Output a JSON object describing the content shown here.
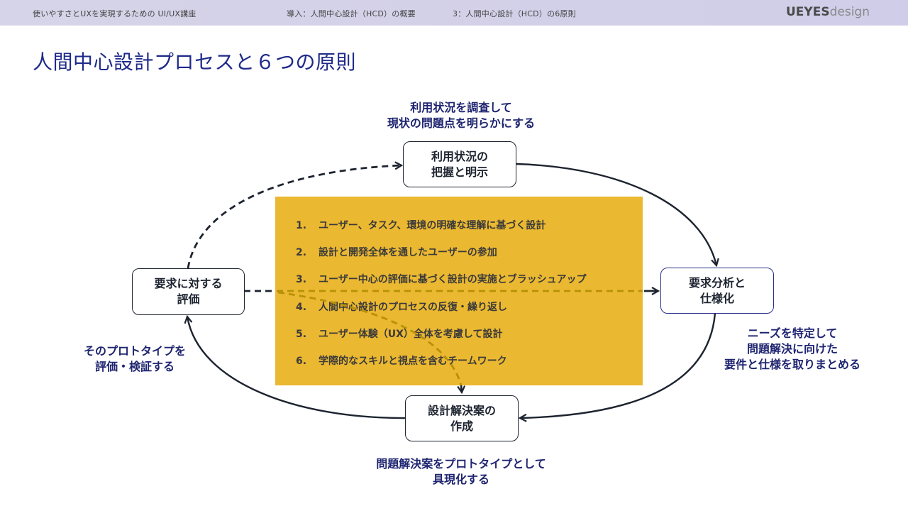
{
  "header": {
    "course_title": "使いやすさとUXを実現するための UI/UX講座",
    "section": "導入：人間中心設計（HCD）の概要",
    "subsection": "3：人間中心設計（HCD）の6原則",
    "logo_bold": "UEYES",
    "logo_light": "design"
  },
  "page_title": "人間中心設計プロセスと６つの原則",
  "process_nodes": [
    {
      "id": "understand",
      "line1": "利用状況の",
      "line2": "把握と明示"
    },
    {
      "id": "requirements",
      "line1": "要求分析と",
      "line2": "仕様化"
    },
    {
      "id": "design",
      "line1": "設計解決案の",
      "line2": "作成"
    },
    {
      "id": "evaluate",
      "line1": "要求に対する",
      "line2": "評価"
    }
  ],
  "notes": {
    "top": [
      "利用状況を調査して",
      "現状の問題点を明らかにする"
    ],
    "right": [
      "ニーズを特定して",
      "問題解決に向けた",
      "要件と仕様を取りまとめる"
    ],
    "bottom": [
      "問題解決案をプロトタイプとして",
      "具現化する"
    ],
    "left": [
      "そのプロトタイプを",
      "評価・検証する"
    ]
  },
  "principles": [
    {
      "num": "1.",
      "text": "ユーザー、タスク、環境の明確な理解に基づく設計"
    },
    {
      "num": "2.",
      "text": "設計と開発全体を通したユーザーの参加"
    },
    {
      "num": "3.",
      "text": "ユーザー中心の評価に基づく設計の実施とブラッシュアップ"
    },
    {
      "num": "4.",
      "text": "人間中心設計のプロセスの反復・繰り返し"
    },
    {
      "num": "5.",
      "text": "ユーザー体験（UX）全体を考慮して設計"
    },
    {
      "num": "6.",
      "text": "学際的なスキルと視点を含むチームワーク"
    }
  ],
  "colors": {
    "title": "#1e2a8a",
    "note_text": "#1e2470",
    "panel": "#ebb831",
    "line": "#1d2430",
    "dashed_on_panel": "#b8900a",
    "header_bg": "#d3d1e8"
  }
}
